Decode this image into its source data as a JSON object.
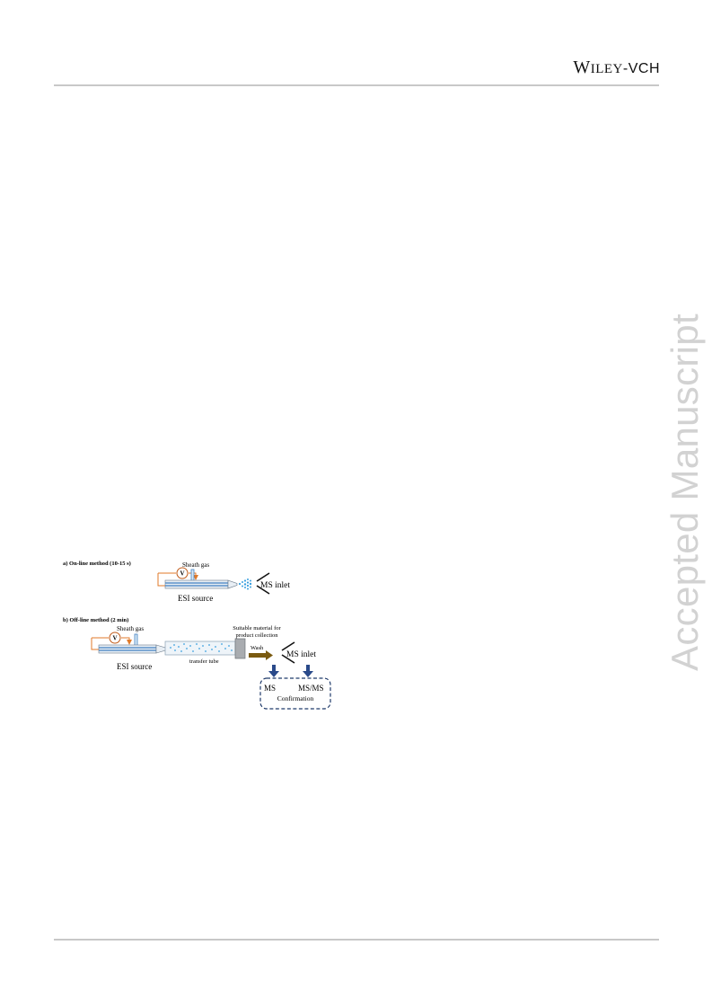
{
  "header": {
    "logo": {
      "w": "W",
      "iley": "ILEY",
      "dash": "-",
      "vch": "VCH"
    }
  },
  "watermark": "Accepted Manuscript",
  "figure": {
    "panel_a": {
      "label": "a) On-line method (10-15 s)",
      "voltage": "V",
      "sheath_gas": "Sheath gas",
      "source": "ESI source",
      "inlet": "MS inlet"
    },
    "panel_b": {
      "label": "b) Off-line method (2 min)",
      "voltage": "V",
      "sheath_gas": "Sheath gas",
      "collection_line1": "Suitable material for",
      "collection_line2": "product collection",
      "transfer": "transfer tube",
      "source": "ESI source",
      "wash": "Wash",
      "inlet": "MS inlet",
      "ms": "MS",
      "msms": "MS/MS",
      "confirmation": "Confirmation"
    },
    "colors": {
      "capillary": "#3f7fc0",
      "wire": "#e07a2a",
      "spray": "#3aa0e0",
      "arrow": "#7a5a10",
      "dash_box": "#1f3a6a"
    }
  }
}
